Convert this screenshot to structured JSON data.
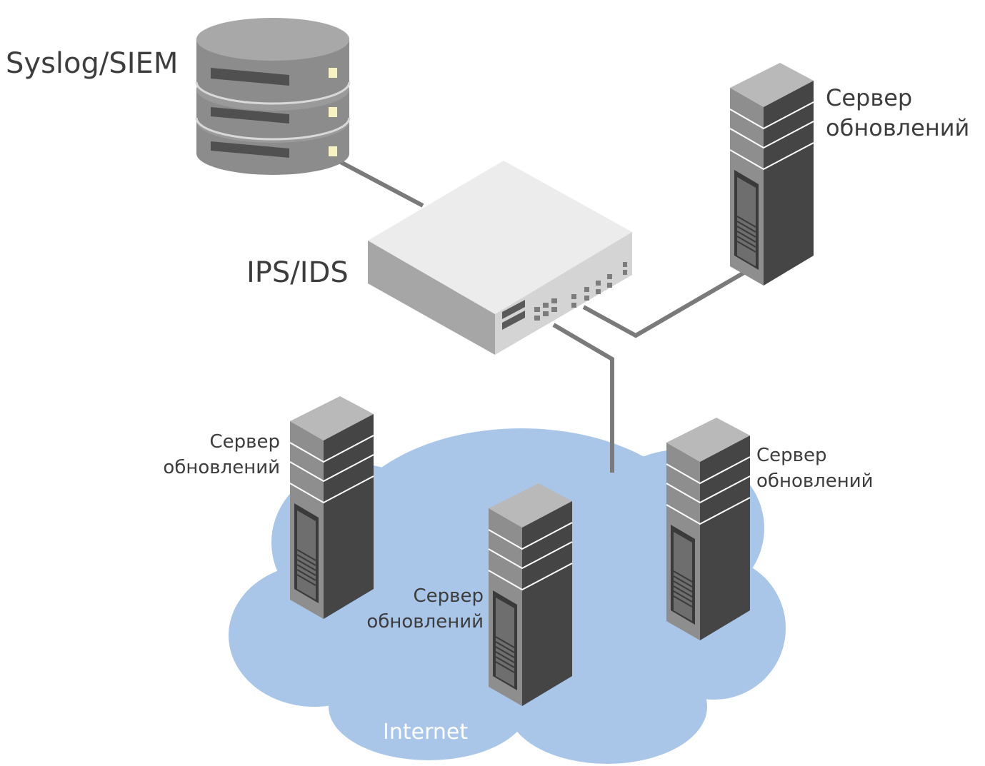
{
  "labels": {
    "siem": "Syslog/SIEM",
    "ips": "IPS/IDS",
    "cloud": "Internet",
    "server_top": [
      "Сервер",
      "обновлений"
    ],
    "server_left": [
      "Сервер",
      "обновлений"
    ],
    "server_center": [
      "Сервер",
      "обновлений"
    ],
    "server_right": [
      "Сервер",
      "обновлений"
    ]
  },
  "colors": {
    "cloud": "#a9c6e9",
    "link": "#7a7a7a",
    "server_front": "#8e8e8e",
    "server_side": "#454545",
    "server_top": "#b9b9b9",
    "appliance_top": "#ececec",
    "appliance_front": "#a6a6a6",
    "appliance_side": "#d4d4d4",
    "led": "#f6f2c2"
  }
}
